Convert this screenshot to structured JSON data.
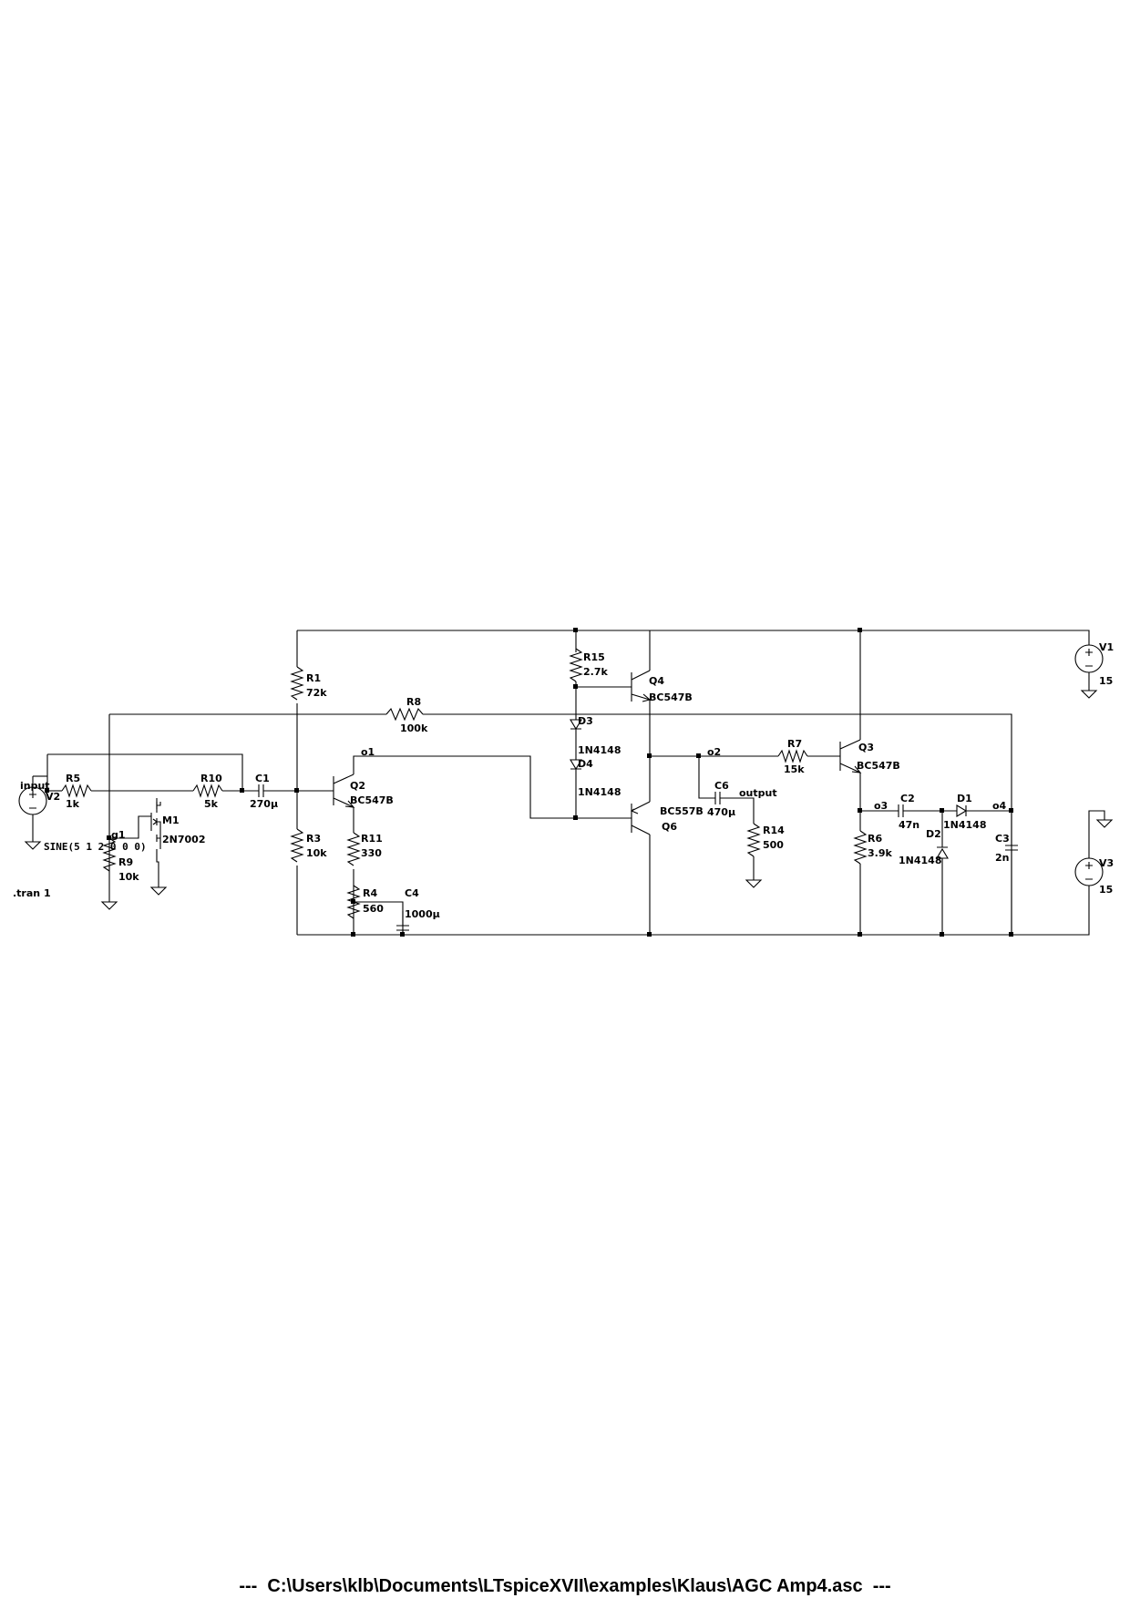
{
  "footer": "---  C:\\Users\\klb\\Documents\\LTspiceXVII\\examples\\Klaus\\AGC Amp4.asc  ---",
  "directive": ".tran 1",
  "nets": {
    "input": "input",
    "g1": "g1",
    "o1": "o1",
    "o2": "o2",
    "output": "output",
    "o3": "o3",
    "o4": "o4"
  },
  "components": {
    "V1": {
      "name": "V1",
      "value": "15"
    },
    "V2": {
      "name": "V2",
      "value": "SINE(5 1 2 0 0 0)"
    },
    "V3": {
      "name": "V3",
      "value": "15"
    },
    "R1": {
      "name": "R1",
      "value": "72k"
    },
    "R3": {
      "name": "R3",
      "value": "10k"
    },
    "R4": {
      "name": "R4",
      "value": "560"
    },
    "R5": {
      "name": "R5",
      "value": "1k"
    },
    "R6": {
      "name": "R6",
      "value": "3.9k"
    },
    "R7": {
      "name": "R7",
      "value": "15k"
    },
    "R8": {
      "name": "R8",
      "value": "100k"
    },
    "R9": {
      "name": "R9",
      "value": "10k"
    },
    "R10": {
      "name": "R10",
      "value": "5k"
    },
    "R11": {
      "name": "R11",
      "value": "330"
    },
    "R14": {
      "name": "R14",
      "value": "500"
    },
    "R15": {
      "name": "R15",
      "value": "2.7k"
    },
    "C1": {
      "name": "C1",
      "value": "270µ"
    },
    "C2": {
      "name": "C2",
      "value": "47n"
    },
    "C3": {
      "name": "C3",
      "value": "2n"
    },
    "C4": {
      "name": "C4",
      "value": "1000µ"
    },
    "C6": {
      "name": "C6",
      "value": "470µ"
    },
    "D1": {
      "name": "D1",
      "value": "1N4148"
    },
    "D2": {
      "name": "D2",
      "value": "1N4148"
    },
    "D3": {
      "name": "D3",
      "value": "1N4148"
    },
    "D4": {
      "name": "D4",
      "value": "1N4148"
    },
    "Q2": {
      "name": "Q2",
      "value": "BC547B"
    },
    "Q3": {
      "name": "Q3",
      "value": "BC547B"
    },
    "Q4": {
      "name": "Q4",
      "value": "BC547B"
    },
    "Q6": {
      "name": "Q6",
      "value": "BC557B"
    },
    "M1": {
      "name": "M1",
      "value": "2N7002"
    }
  }
}
